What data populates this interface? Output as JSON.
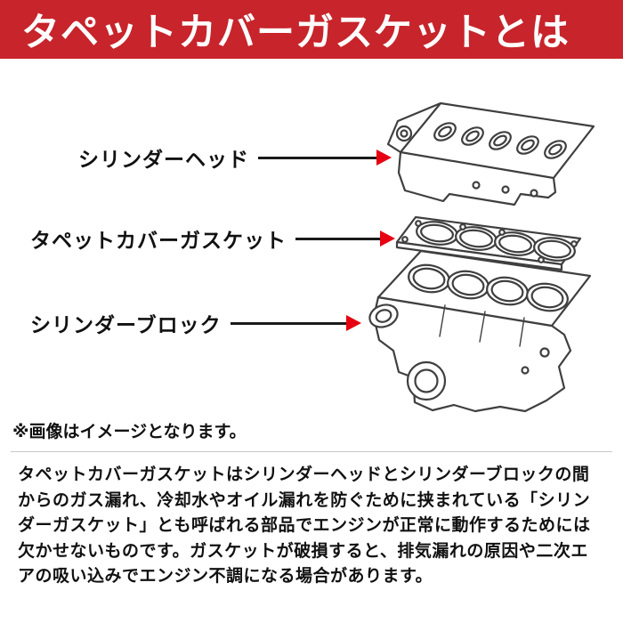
{
  "header": {
    "title": "タペットカバーガスケットとは"
  },
  "colors": {
    "header-bg": "#c7242b",
    "header-text": "#ffffff",
    "arrow": "#e60012",
    "line": "#1a1a1a",
    "text": "#111111",
    "divider": "#c8c8c8",
    "sketch": "#3f3f3f"
  },
  "diagram": {
    "labels": [
      {
        "text": "シリンダーヘッド",
        "part": "cylinder-head"
      },
      {
        "text": "タペットカバーガスケット",
        "part": "tappet-cover-gasket"
      },
      {
        "text": "シリンダーブロック",
        "part": "cylinder-block"
      }
    ],
    "note": "※画像はイメージとなります。"
  },
  "description": {
    "text": "タペットカバーガスケットはシリンダーヘッドとシリンダーブロックの間からのガス漏れ、冷却水やオイル漏れを防ぐために挟まれている「シリンダーガスケット」とも呼ばれる部品でエンジンが正常に動作するためには欠かせないものです。ガスケットが破損すると、排気漏れの原因や二次エアの吸い込みでエンジン不調になる場合があります。"
  }
}
